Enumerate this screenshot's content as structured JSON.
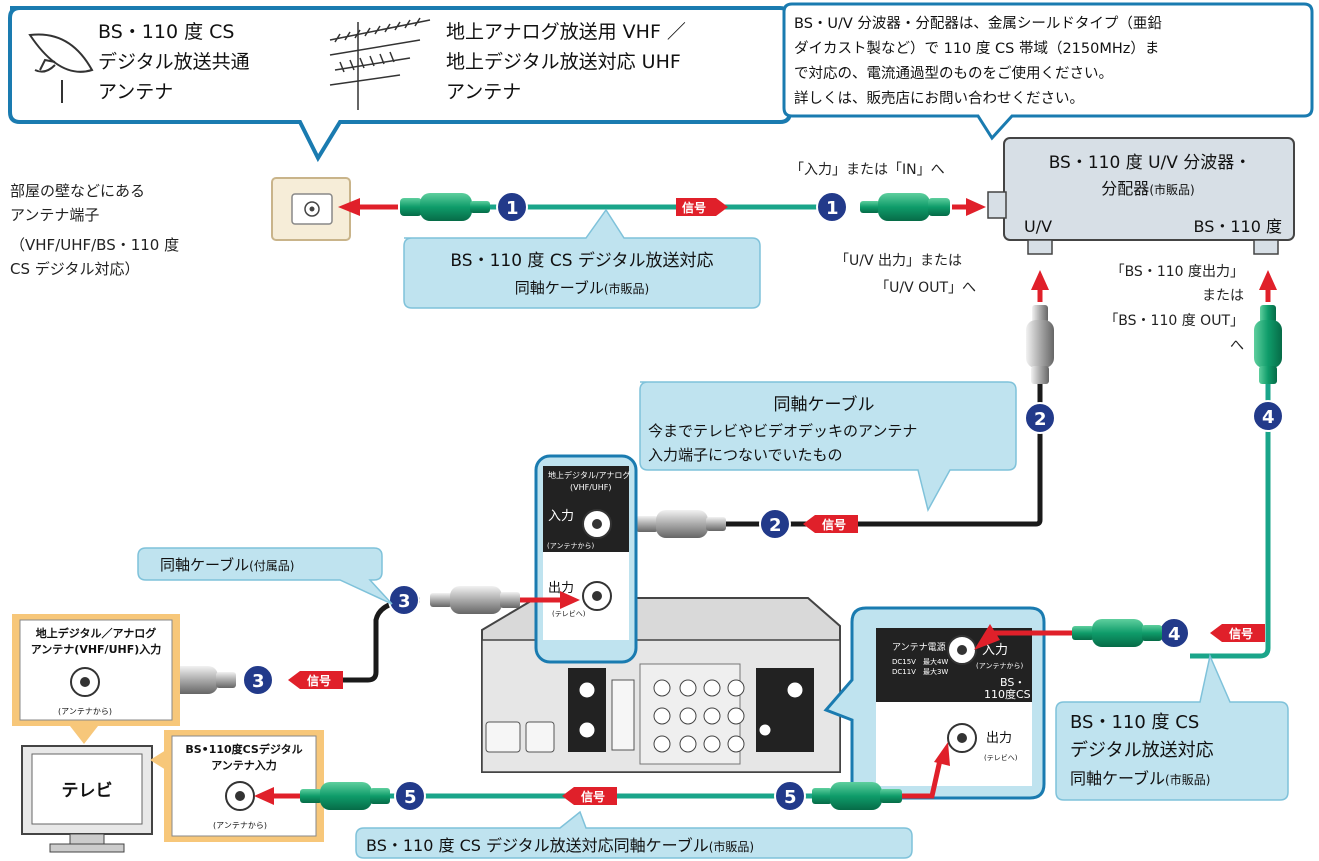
{
  "antenna_box": {
    "bs_cs_antenna": [
      "BS・110 度 CS",
      "デジタル放送共通",
      "アンテナ"
    ],
    "vhf_uhf_antenna": [
      "地上アナログ放送用 VHF ／",
      "地上デジタル放送対応 UHF",
      "アンテナ"
    ]
  },
  "note_box": [
    "BS・U/V 分波器・分配器は、金属シールドタイプ（亜鉛",
    "ダイカスト製など）で 110 度 CS 帯域（2150MHz）ま",
    "で対応の、電流通過型のものをご使用ください。",
    "詳しくは、販売店にお問い合わせください。"
  ],
  "wall_outlet": [
    "部屋の壁などにある",
    "アンテナ端子",
    "（VHF/UHF/BS・110 度",
    "CS デジタル対応）"
  ],
  "splitter": {
    "title1": "BS・110 度 U/V 分波器・",
    "title2": "分配器",
    "title2_small": "(市販品)",
    "port_uv": "U/V",
    "port_bs": "BS・110 度",
    "input_label": "「入力」または「IN」へ",
    "uv_out": [
      "「U/V 出力」または",
      "「U/V OUT」へ"
    ],
    "bs_out": [
      "「BS・110 度出力」",
      "または",
      "「BS・110 度 OUT」",
      "へ"
    ]
  },
  "cable1_label": {
    "line1": "BS・110 度 CS デジタル放送対応",
    "line2": "同軸ケーブル",
    "line2_small": "(市販品)"
  },
  "cable2_label": {
    "title": "同軸ケーブル",
    "line1": "今までテレビやビデオデッキのアンテナ",
    "line2": "入力端子につないでいたもの"
  },
  "cable3_label": {
    "main": "同軸ケーブル",
    "small": "(付属品)"
  },
  "cable4_label": {
    "line1": "BS・110 度 CS",
    "line2": "デジタル放送対応",
    "line3": "同軸ケーブル",
    "line3_small": "(市販品)"
  },
  "cable5_label": {
    "main": "BS・110 度 CS デジタル放送対応同軸ケーブル",
    "small": "(市販品)"
  },
  "signal": "信号",
  "numbers": [
    "1",
    "2",
    "3",
    "4",
    "5"
  ],
  "recorder_terrestrial": {
    "title1": "地上デジタル/アナログ",
    "title2": "(VHF/UHF)",
    "input": "入力",
    "input_sub": "(アンテナから)",
    "output": "出力",
    "output_sub": "(テレビへ)"
  },
  "recorder_bs": {
    "power": "アンテナ電源",
    "power_spec1": "DC15V　最大4W",
    "power_spec2": "DC11V　最大3W",
    "input": "入力",
    "input_sub": "(アンテナから)",
    "bs1": "BS・",
    "bs2": "110度CS",
    "output": "出力",
    "output_sub": "(テレビへ)"
  },
  "tv_terrestrial": {
    "title1": "地上デジタル／アナログ",
    "title2": "アンテナ(VHF/UHF)入力",
    "sub": "(アンテナから)"
  },
  "tv_bs": {
    "title1": "BS•110度CSデジタル",
    "title2": "アンテナ入力",
    "sub": "(アンテナから)"
  },
  "tv": "テレビ",
  "colors": {
    "box_border": "#1a7bb0",
    "callout_fill": "#bfe3ef",
    "cable_green": "#1aa58a",
    "arrow_red": "#e0202a",
    "signal_red": "#e0202a",
    "badge_fill": "#223a8a",
    "tv_tag": "#f7c77a",
    "recorder": "#d8d8d8"
  }
}
